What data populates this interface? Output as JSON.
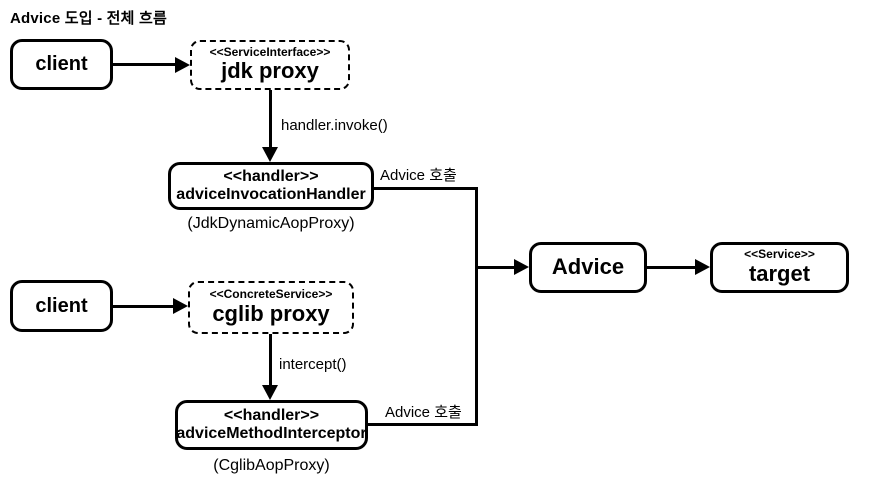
{
  "title": "Advice 도입 - 전체 흐름",
  "nodes": {
    "client_top": {
      "label": "client"
    },
    "jdk_proxy": {
      "stereotype": "<<ServiceInterface>>",
      "label": "jdk proxy"
    },
    "advice_invocation_handler": {
      "stereotype": "<<handler>>",
      "label": "adviceInvocationHandler",
      "caption": "(JdkDynamicAopProxy)"
    },
    "client_bottom": {
      "label": "client"
    },
    "cglib_proxy": {
      "stereotype": "<<ConcreteService>>",
      "label": "cglib proxy"
    },
    "advice_method_interceptor": {
      "stereotype": "<<handler>>",
      "label": "adviceMethodInterceptor",
      "caption": "(CglibAopProxy)"
    },
    "advice": {
      "label": "Advice"
    },
    "target": {
      "stereotype": "<<Service>>",
      "label": "target"
    }
  },
  "edges": {
    "jdk_to_handler_label": "handler.invoke()",
    "cglib_to_interceptor_label": "intercept()",
    "handler_to_advice_label": "Advice 호출",
    "interceptor_to_advice_label": "Advice 호출"
  },
  "colors": {
    "line": "#000000",
    "background": "#ffffff",
    "node_fill": "#ffffff",
    "text": "#000000"
  }
}
